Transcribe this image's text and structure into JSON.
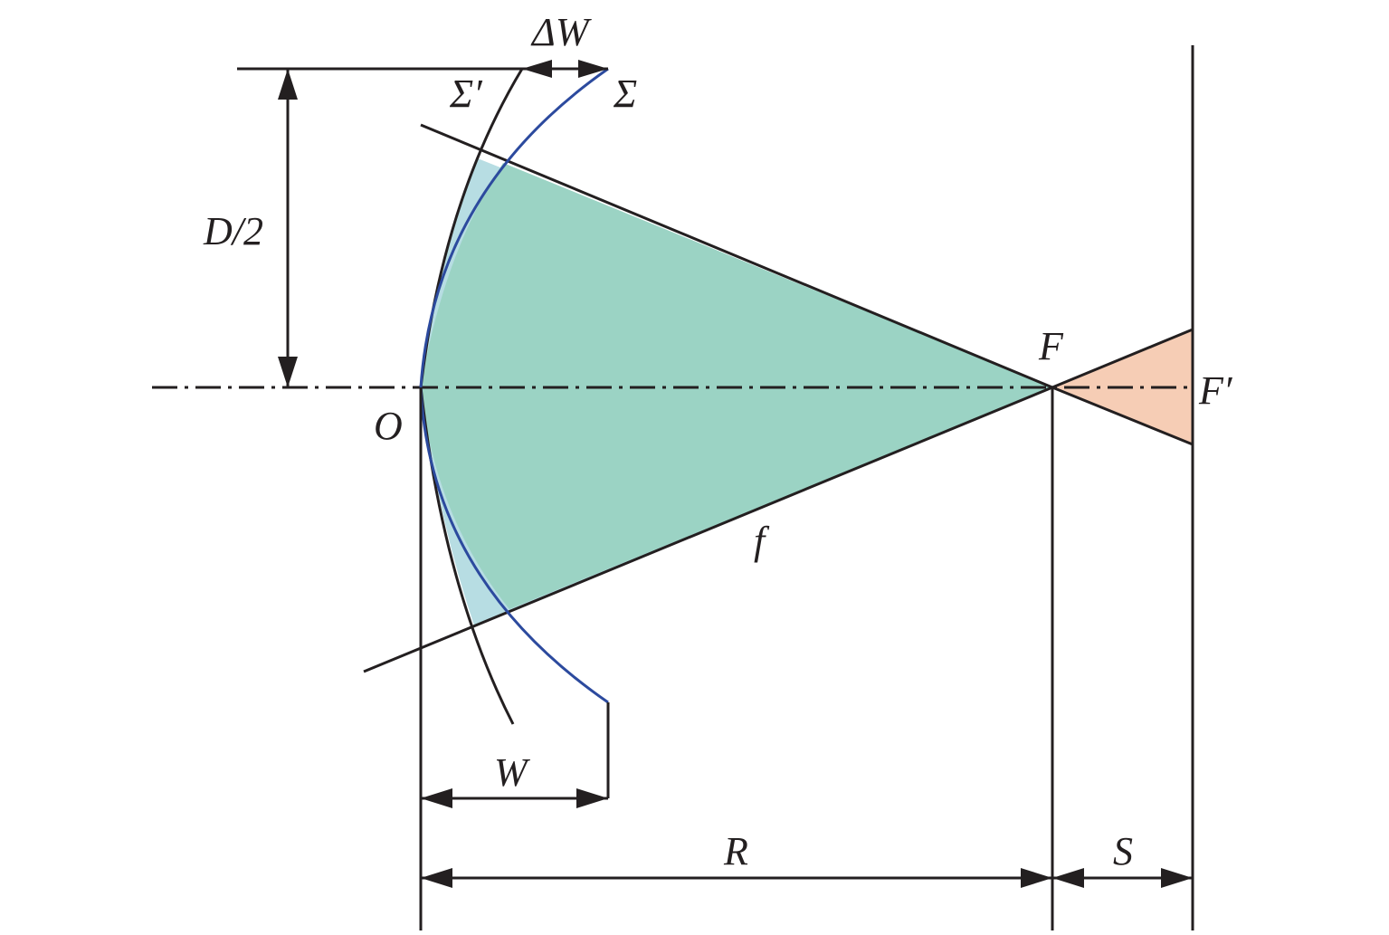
{
  "diagram": {
    "labels": {
      "delta_w": "ΔW",
      "sigma_prime": "Σ′",
      "sigma": "Σ",
      "d_half": "D/2",
      "f_point": "F",
      "f_prime": "F′",
      "o_point": "O",
      "f_focal": "f",
      "w": "W",
      "r": "R",
      "s": "S"
    },
    "colors": {
      "cone_fill": "#9bd3c4",
      "edge_fill": "#b7dde3",
      "spot_fill": "#f6cdb5",
      "blue_curve": "#2c4a9e",
      "line": "#231f20"
    }
  }
}
